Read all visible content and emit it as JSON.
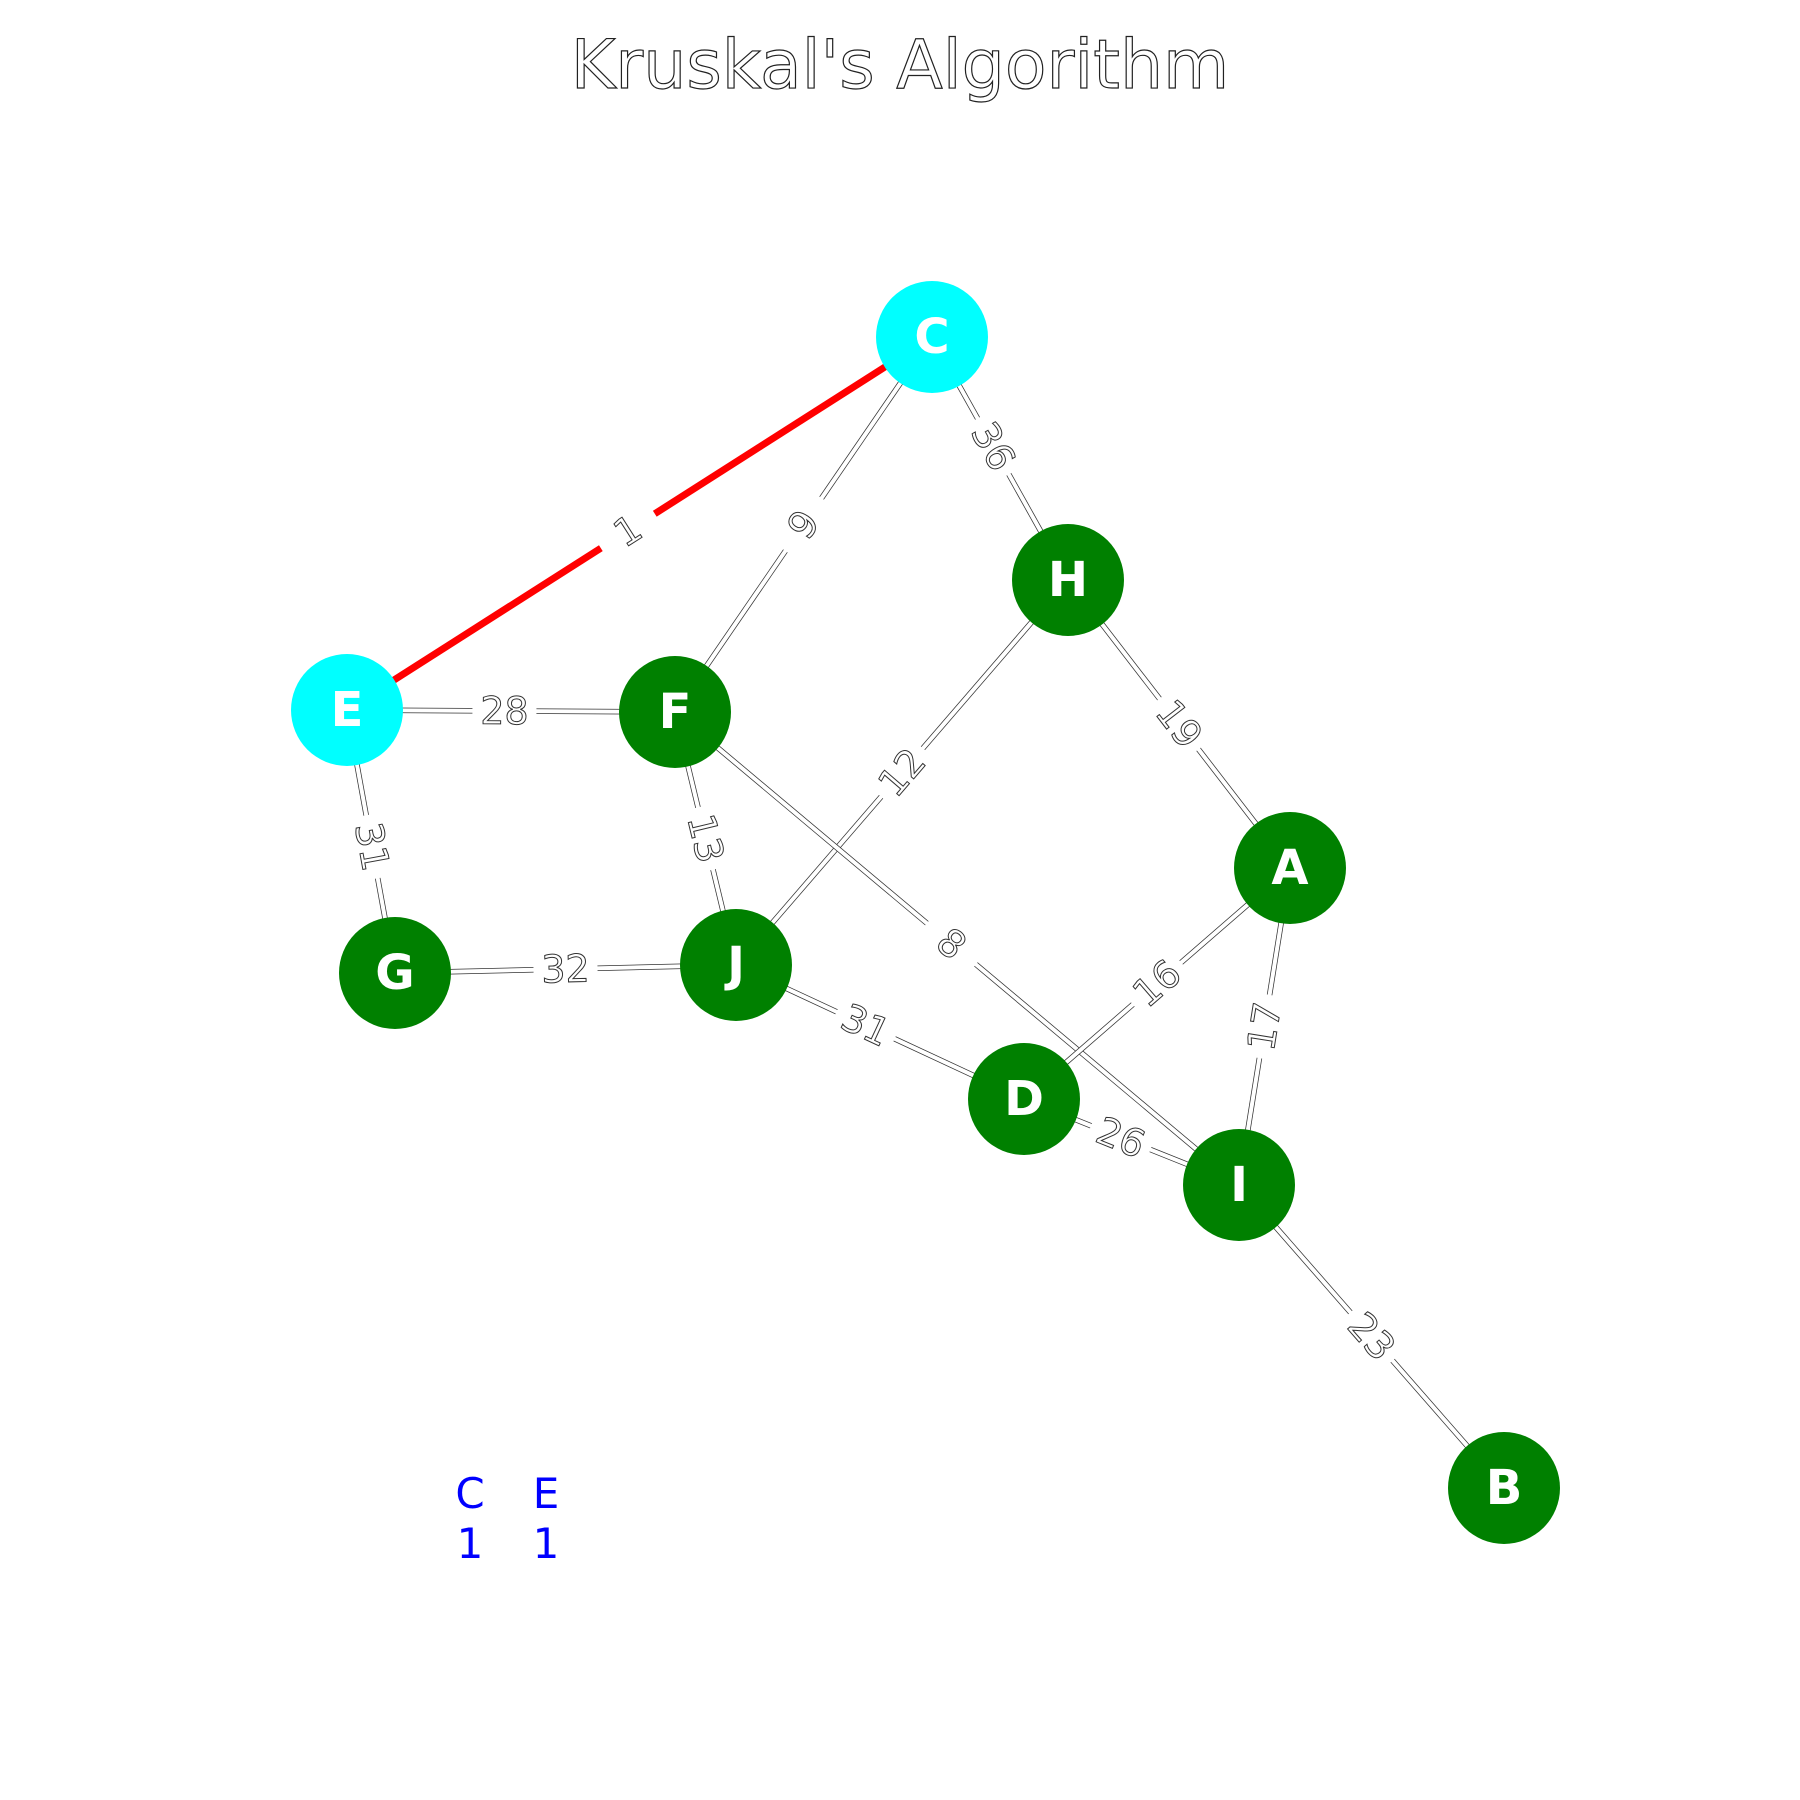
{
  "title": "Kruskal's Algorithm",
  "colors": {
    "background": "#ffffff",
    "node_default": "#008000",
    "node_highlight": "#00ffff",
    "edge_selected": "#ff0000",
    "edge_default": "#ffffff",
    "union_find_text": "#0000ff"
  },
  "nodes": [
    {
      "id": "C",
      "label": "C",
      "state": "highlight"
    },
    {
      "id": "H",
      "label": "H",
      "state": "default"
    },
    {
      "id": "E",
      "label": "E",
      "state": "highlight"
    },
    {
      "id": "F",
      "label": "F",
      "state": "default"
    },
    {
      "id": "A",
      "label": "A",
      "state": "default"
    },
    {
      "id": "G",
      "label": "G",
      "state": "default"
    },
    {
      "id": "J",
      "label": "J",
      "state": "default"
    },
    {
      "id": "D",
      "label": "D",
      "state": "default"
    },
    {
      "id": "I",
      "label": "I",
      "state": "default"
    },
    {
      "id": "B",
      "label": "B",
      "state": "default"
    }
  ],
  "edges": [
    {
      "from": "C",
      "to": "E",
      "weight": "1",
      "selected": true
    },
    {
      "from": "C",
      "to": "F",
      "weight": "9",
      "selected": false
    },
    {
      "from": "C",
      "to": "H",
      "weight": "36",
      "selected": false
    },
    {
      "from": "H",
      "to": "J",
      "weight": "12",
      "selected": false
    },
    {
      "from": "H",
      "to": "A",
      "weight": "19",
      "selected": false
    },
    {
      "from": "E",
      "to": "F",
      "weight": "28",
      "selected": false
    },
    {
      "from": "E",
      "to": "G",
      "weight": "31",
      "selected": false
    },
    {
      "from": "F",
      "to": "J",
      "weight": "13",
      "selected": false
    },
    {
      "from": "F",
      "to": "I",
      "weight": "8",
      "selected": false
    },
    {
      "from": "G",
      "to": "J",
      "weight": "32",
      "selected": false
    },
    {
      "from": "J",
      "to": "D",
      "weight": "31",
      "selected": false
    },
    {
      "from": "A",
      "to": "D",
      "weight": "16",
      "selected": false
    },
    {
      "from": "A",
      "to": "I",
      "weight": "17",
      "selected": false
    },
    {
      "from": "D",
      "to": "I",
      "weight": "26",
      "selected": false
    },
    {
      "from": "I",
      "to": "B",
      "weight": "23",
      "selected": false
    }
  ],
  "union_find": {
    "labels": [
      "C",
      "E"
    ],
    "values": [
      "1",
      "1"
    ]
  }
}
